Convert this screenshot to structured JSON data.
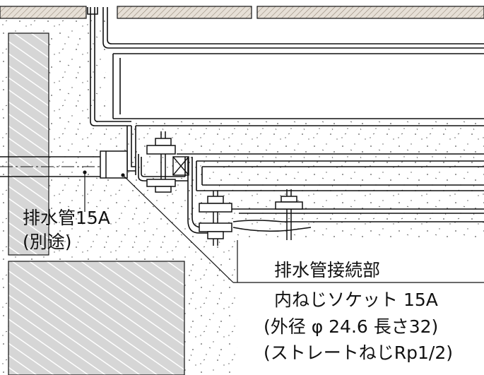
{
  "labels": {
    "drain_pipe": "排水管15A",
    "drain_pipe_note": "(別途)",
    "connection_title": "排水管接続部",
    "connection_line1": "内ねじソケット 15A",
    "connection_line2": "(外径 φ 24.6 長さ32)",
    "connection_line3": "(ストレートねじRp1/2)"
  },
  "colors": {
    "line": "#111111",
    "hatch_light": "#c9c2b8",
    "wall_fill": "#d6d6d6",
    "concrete_dot": "#555555",
    "ceiling_fill": "#e6dfd6"
  }
}
